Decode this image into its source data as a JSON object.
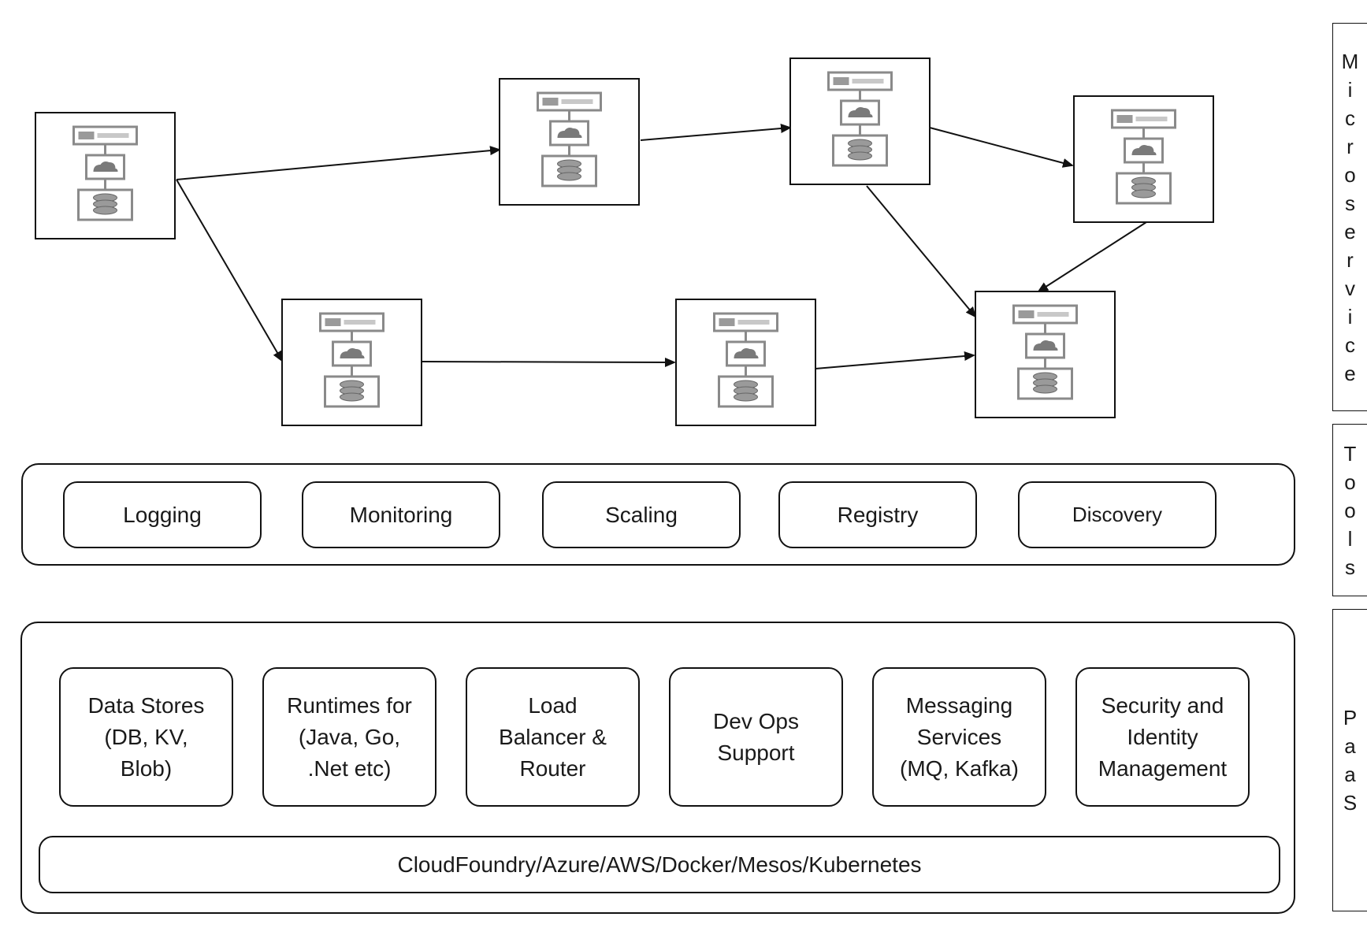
{
  "side_labels": {
    "microservices": "Microservice",
    "tools": "Tools",
    "paas": "PaaS"
  },
  "tools_layer": {
    "items": [
      "Logging",
      "Monitoring",
      "Scaling",
      "Registry",
      "Discovery"
    ]
  },
  "paas_layer": {
    "services": [
      "Data Stores\n(DB, KV,\nBlob)",
      "Runtimes for\n(Java, Go,\n.Net etc)",
      "Load\nBalancer &\nRouter",
      "Dev Ops\nSupport",
      "Messaging\nServices\n(MQ, Kafka)",
      "Security and\nIdentity\nManagement"
    ],
    "platforms": "CloudFoundry/Azure/AWS/Docker/Mesos/Kubernetes"
  },
  "microservice_nodes": [
    {
      "id": "n1",
      "icons": [
        "api-icon",
        "cloud-icon",
        "database-icon"
      ]
    },
    {
      "id": "n2",
      "icons": [
        "api-icon",
        "cloud-icon",
        "database-icon"
      ]
    },
    {
      "id": "n3",
      "icons": [
        "api-icon",
        "cloud-icon",
        "database-icon"
      ]
    },
    {
      "id": "n4",
      "icons": [
        "api-icon",
        "cloud-icon",
        "database-icon"
      ]
    },
    {
      "id": "n5",
      "icons": [
        "api-icon",
        "cloud-icon",
        "database-icon"
      ]
    },
    {
      "id": "n6",
      "icons": [
        "api-icon",
        "cloud-icon",
        "database-icon"
      ]
    },
    {
      "id": "n7",
      "icons": [
        "api-icon",
        "cloud-icon",
        "database-icon"
      ]
    }
  ],
  "edges": [
    {
      "from": "n1",
      "to": "n2"
    },
    {
      "from": "n1",
      "to": "n5"
    },
    {
      "from": "n2",
      "to": "n3"
    },
    {
      "from": "n3",
      "to": "n4"
    },
    {
      "from": "n3",
      "to": "n7"
    },
    {
      "from": "n4",
      "to": "n7"
    },
    {
      "from": "n5",
      "to": "n6"
    },
    {
      "from": "n6",
      "to": "n7"
    }
  ],
  "colors": {
    "stroke": "#111111",
    "icon_frame": "#8a8a8a",
    "icon_fill": "#9a9a9a"
  }
}
